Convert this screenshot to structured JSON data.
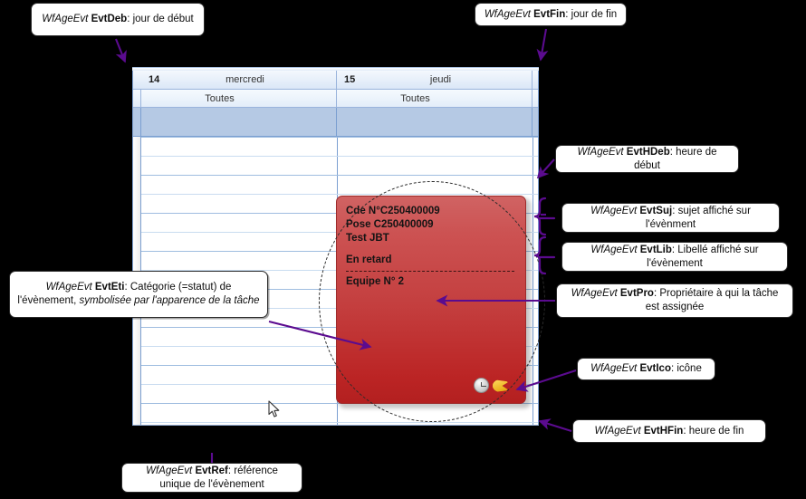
{
  "calendar": {
    "days": [
      {
        "number": "14",
        "name": "mercredi",
        "all_label": "Toutes"
      },
      {
        "number": "15",
        "name": "jeudi",
        "all_label": "Toutes"
      }
    ]
  },
  "event_card": {
    "lines": [
      "Cde N°C250400009",
      "Pose C250400009",
      "Test JBT"
    ],
    "status": "En retard",
    "owner": "Equipe N° 2",
    "icons": [
      "clock-icon",
      "pac-icon"
    ],
    "colors": {
      "top": "#d06363",
      "bottom": "#b32020",
      "border": "#9d2b2b"
    }
  },
  "callouts": {
    "evt_deb": {
      "prefix": "WfAgeEvt ",
      "field": "EvtDeb",
      "text": ": jour de début"
    },
    "evt_fin": {
      "prefix": "WfAgeEvt ",
      "field": "EvtFin",
      "text": ": jour de fin"
    },
    "evt_hdeb": {
      "prefix": "WfAgeEvt ",
      "field": "EvtHDeb",
      "text": ": heure de début"
    },
    "evt_suj": {
      "prefix": "WfAgeEvt ",
      "field": "EvtSuj",
      "text": ": sujet affiché sur l'évènment"
    },
    "evt_lib": {
      "prefix": "WfAgeEvt ",
      "field": "EvtLib",
      "text": ": Libellé affiché sur l'évènement"
    },
    "evt_pro": {
      "prefix": "WfAgeEvt ",
      "field": "EvtPro",
      "text": ": Propriétaire à qui la tâche est assignée"
    },
    "evt_ico": {
      "prefix": "WfAgeEvt ",
      "field": "EvtIco",
      "text": ": icône"
    },
    "evt_hfin": {
      "prefix": "WfAgeEvt ",
      "field": "EvtHFin",
      "text": ": heure de fin"
    },
    "evt_eti": {
      "prefix": "WfAgeEvt ",
      "field": "EvtEti",
      "text": ": Catégorie (=statut)  de l'évènement, ",
      "emphasis": "symbolisée par l'apparence de la tâche"
    },
    "evt_ref": {
      "prefix": "WfAgeEvt ",
      "field": "EvtRef",
      "text": ": référence unique de l'évènement"
    }
  },
  "colors": {
    "annotation_arrow": "#5b0b8f",
    "header_band": "#b5c9e4",
    "grid_line": "#9fbde0",
    "background": "#000000"
  }
}
